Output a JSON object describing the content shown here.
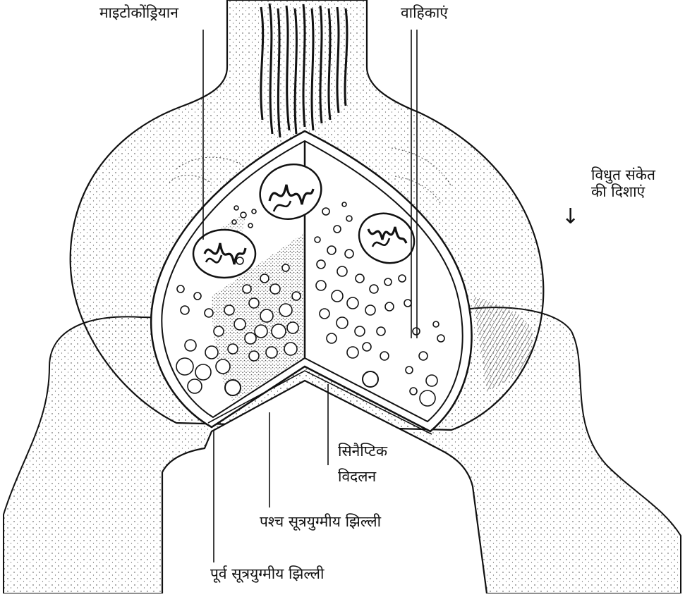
{
  "labels": {
    "mitochondria": "माइटोकोंड्रियान",
    "vesicles": "वाहिकाएं",
    "signal_line1": "विधुत संकेत",
    "signal_line2": "की दिशाएं",
    "cleft_line1": "सिनैप्टिक",
    "cleft_line2": "विदलन",
    "postsynaptic_membrane": "पश्च सूत्रयुग्मीय झिल्ली",
    "presynaptic_membrane": "पूर्व सूत्रयुग्मीय झिल्ली"
  },
  "colors": {
    "ink": "#111111",
    "background": "#ffffff"
  }
}
